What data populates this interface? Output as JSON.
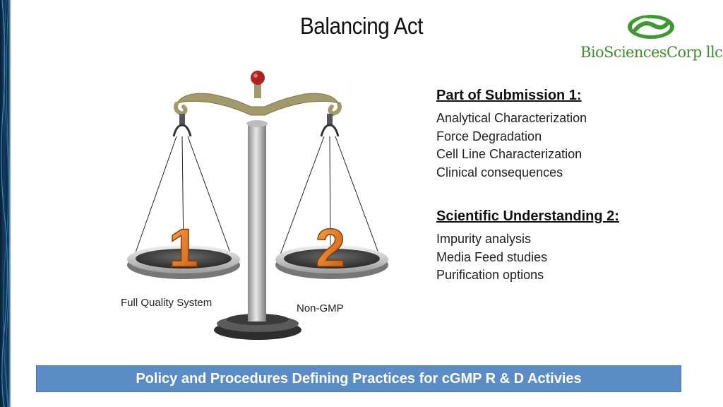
{
  "slide": {
    "title": "Balancing Act",
    "logo": {
      "name": "BioSciencesCorp llc",
      "color": "#3d8f2e"
    },
    "scale": {
      "left_pan": {
        "number": "1",
        "caption": "Full Quality System"
      },
      "right_pan": {
        "number": "2",
        "caption": "Non-GMP"
      },
      "colors": {
        "beam": "#a29a6a",
        "number": "#e8751a",
        "knob": "#b22222"
      }
    },
    "sections": [
      {
        "heading": "Part of Submission 1:",
        "items": [
          "Analytical Characterization",
          "Force Degradation",
          "Cell Line Characterization",
          "Clinical consequences"
        ]
      },
      {
        "heading": "Scientific Understanding 2:",
        "items": [
          "Impurity analysis",
          "Media Feed studies",
          "Purification options"
        ]
      }
    ],
    "banner": {
      "text": "Policy and Procedures Defining Practices for cGMP  R & D Activies",
      "color": "#5b8cc6"
    }
  }
}
